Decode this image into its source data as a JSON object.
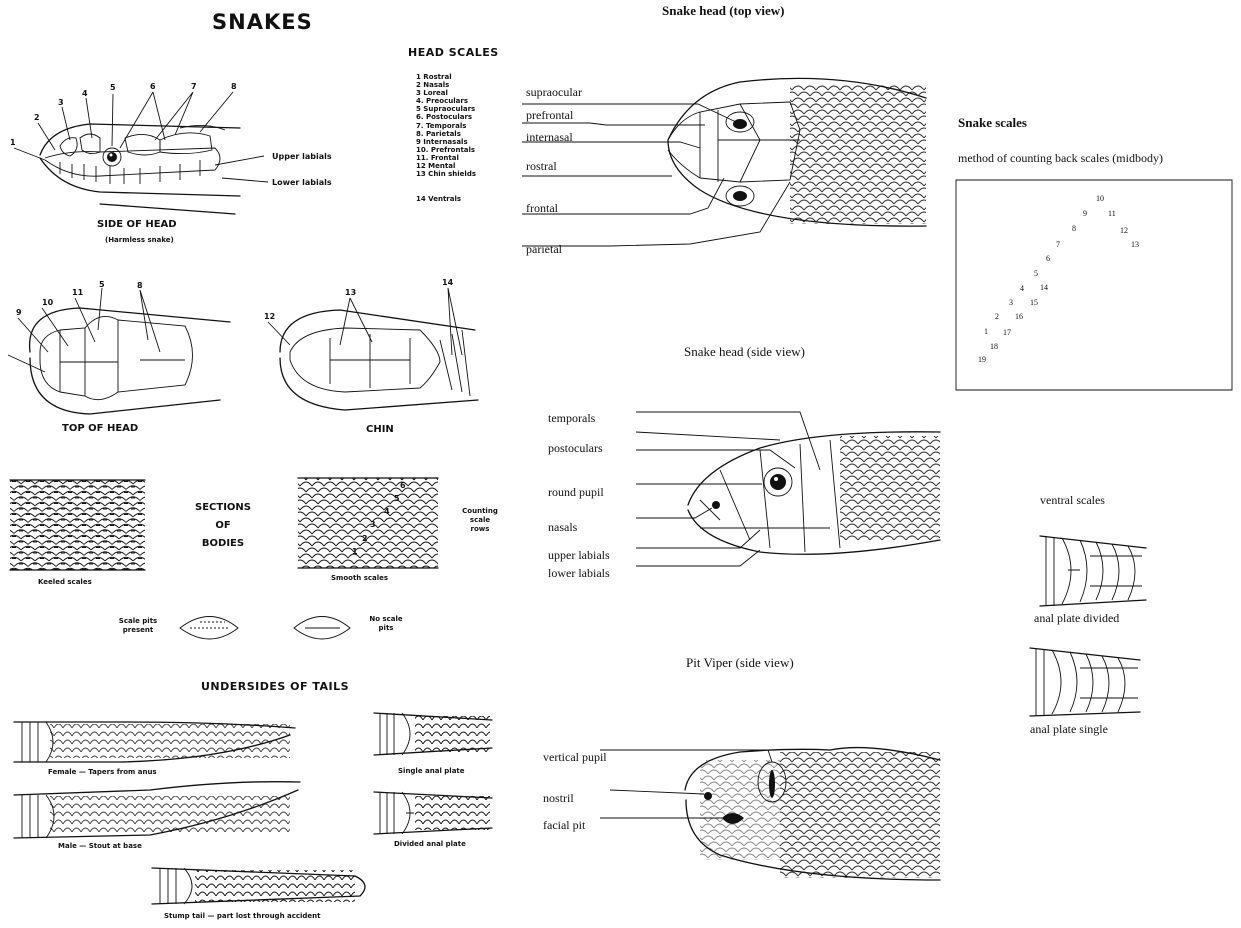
{
  "title": "SNAKES",
  "head_scales": {
    "heading": "HEAD SCALES",
    "items": [
      "1  Rostral",
      "2  Nasals",
      "3  Loreal",
      "4.  Preoculars",
      "5  Supraoculars",
      "6.  Postoculars",
      "7.  Temporals",
      "8.  Parietals",
      "9  Internasals",
      "10.  Prefrontals",
      "11.  Frontal",
      "12  Mental",
      "13  Chin shields"
    ],
    "extra": "14  Ventrals"
  },
  "side_of_head": {
    "caption": "SIDE OF HEAD",
    "sub_caption": "(Harmless snake)",
    "numbers": [
      "1",
      "2",
      "3",
      "4",
      "5",
      "6",
      "7",
      "8"
    ],
    "upper_labials": "Upper labials",
    "lower_labials": "Lower labials"
  },
  "top_of_head": {
    "caption": "TOP OF HEAD",
    "numbers": [
      "9",
      "10",
      "11",
      "5",
      "8"
    ]
  },
  "chin": {
    "caption": "CHIN",
    "numbers": [
      "12",
      "13",
      "14"
    ]
  },
  "sections": {
    "heading_line1": "SECTIONS",
    "heading_line2": "OF",
    "heading_line3": "BODIES",
    "keeled": "Keeled scales",
    "smooth": "Smooth scales",
    "counting_line1": "Counting",
    "counting_line2": "scale",
    "counting_line3": "rows",
    "row_numbers": [
      "1",
      "2",
      "3",
      "4",
      "5",
      "6"
    ],
    "pits_line1": "Scale pits",
    "pits_line2": "present",
    "nopits_line1": "No scale",
    "nopits_line2": "pits"
  },
  "tails": {
    "heading": "UNDERSIDES OF TAILS",
    "female": "Female — Tapers from anus",
    "male": "Male — Stout at base",
    "single": "Single anal plate",
    "divided": "Divided anal plate",
    "stump": "Stump tail — part lost through accident"
  },
  "top_view": {
    "title": "Snake head (top view)",
    "labels": [
      "supraocular",
      "prefrontal",
      "internasal",
      "rostral",
      "frontal",
      "parietal"
    ]
  },
  "side_view": {
    "title": "Snake head (side view)",
    "labels": [
      "temporals",
      "postoculars",
      "round pupil",
      "nasals",
      "upper labials",
      "lower labials"
    ]
  },
  "pit_viper": {
    "title": "Pit Viper (side view)",
    "labels": [
      "vertical pupil",
      "nostril",
      "facial pit"
    ]
  },
  "snake_scales": {
    "title": "Snake scales",
    "subtitle": "method of counting back scales (midbody)",
    "numbers": [
      "1",
      "2",
      "3",
      "4",
      "5",
      "6",
      "7",
      "8",
      "9",
      "10",
      "11",
      "12",
      "13",
      "14",
      "15",
      "16",
      "17",
      "18",
      "19"
    ]
  },
  "ventral": {
    "title": "ventral scales",
    "divided": "anal plate divided",
    "single": "anal plate single"
  },
  "colors": {
    "ink": "#111111",
    "paper": "#ffffff"
  }
}
